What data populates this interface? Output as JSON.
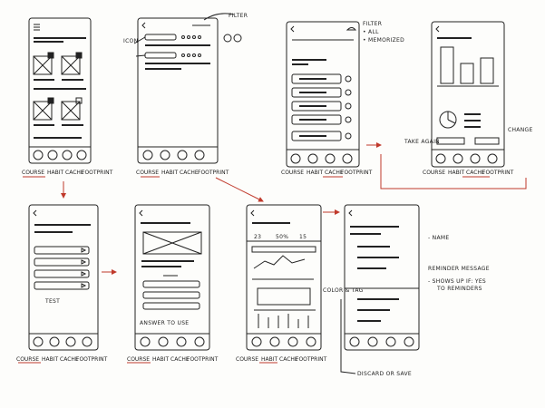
{
  "nav_labels": [
    "COURSE",
    "HABIT",
    "CACHE",
    "FOOTPRINT"
  ],
  "annotations": {
    "filter_top": "FILTER",
    "icon": "ICON",
    "filter_options": [
      "FILTER",
      "• ALL",
      "• MEMORIZED"
    ],
    "take_again": "TAKE AGAIN",
    "change": "CHANGE",
    "test": "TEST",
    "answer_to_use": "ANSWER TO USE",
    "color_tag": "COLOR & TAG",
    "name": "- NAME",
    "reminder_message": "REMINDER MESSAGE",
    "reminder_detail": [
      "- SHOWS UP IF: YES",
      "TO REMINDERS"
    ],
    "discard_save": "DISCARD OR SAVE"
  },
  "stats": [
    "23",
    "50%",
    "15"
  ],
  "ink_color": "#222222",
  "accent_color": "#c0392b"
}
